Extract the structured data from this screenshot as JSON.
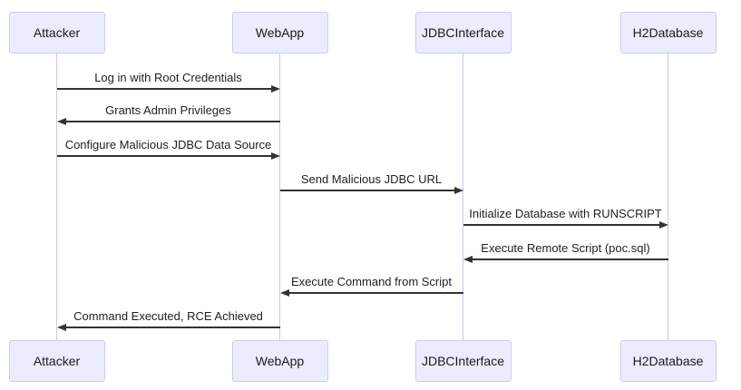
{
  "diagram": {
    "type": "sequence-diagram",
    "colors": {
      "background": "#FFFFFF",
      "actor_fill": "#ECECFF",
      "actor_border": "#CCCCEE",
      "lifeline": "#CCC7EE",
      "arrow": "#333333",
      "text": "#1A1A1A"
    },
    "actors": [
      {
        "name": "Attacker"
      },
      {
        "name": "WebApp"
      },
      {
        "name": "JDBCInterface"
      },
      {
        "name": "H2Database"
      }
    ],
    "messages": [
      {
        "from": "Attacker",
        "to": "WebApp",
        "label": "Log in with Root Credentials",
        "line": "solid",
        "arrowhead": "filled"
      },
      {
        "from": "WebApp",
        "to": "Attacker",
        "label": "Grants Admin Privileges",
        "line": "solid",
        "arrowhead": "filled"
      },
      {
        "from": "Attacker",
        "to": "WebApp",
        "label": "Configure Malicious JDBC Data Source",
        "line": "solid",
        "arrowhead": "filled"
      },
      {
        "from": "WebApp",
        "to": "JDBCInterface",
        "label": "Send Malicious JDBC URL",
        "line": "solid",
        "arrowhead": "filled"
      },
      {
        "from": "JDBCInterface",
        "to": "H2Database",
        "label": "Initialize Database with RUNSCRIPT",
        "line": "solid",
        "arrowhead": "filled"
      },
      {
        "from": "H2Database",
        "to": "JDBCInterface",
        "label": "Execute Remote Script (poc.sql)",
        "line": "solid",
        "arrowhead": "filled"
      },
      {
        "from": "JDBCInterface",
        "to": "WebApp",
        "label": "Execute Command from Script",
        "line": "solid",
        "arrowhead": "filled"
      },
      {
        "from": "WebApp",
        "to": "Attacker",
        "label": "Command Executed, RCE Achieved",
        "line": "solid",
        "arrowhead": "filled"
      }
    ]
  }
}
